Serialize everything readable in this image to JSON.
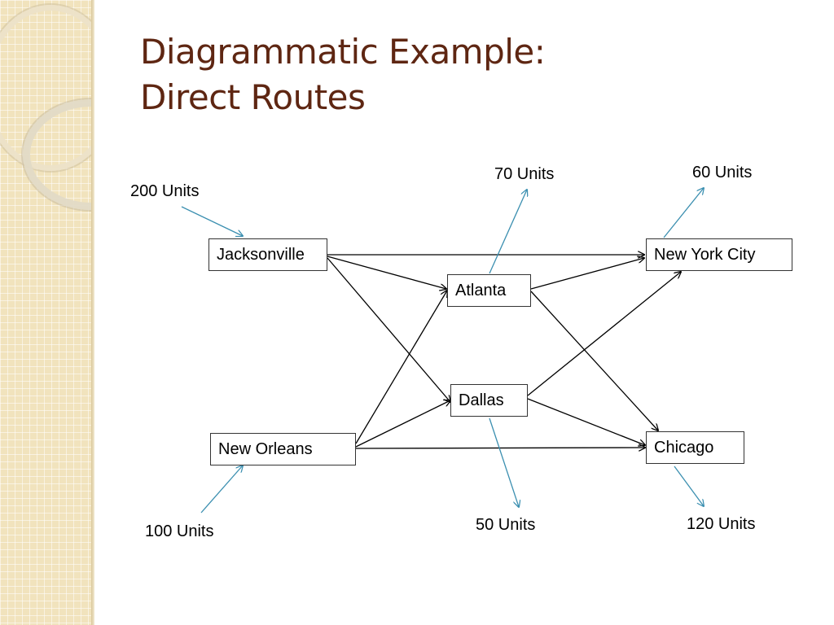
{
  "slide": {
    "title_line1": "Diagrammatic Example:",
    "title_line2": "Direct Routes"
  },
  "nodes": {
    "jacksonville": "Jacksonville",
    "new_orleans": "New Orleans",
    "atlanta": "Atlanta",
    "dallas": "Dallas",
    "new_york_city": "New York City",
    "chicago": "Chicago"
  },
  "flows": {
    "jacksonville_supply": "200 Units",
    "new_orleans_supply": "100 Units",
    "atlanta_demand": "70 Units",
    "dallas_demand": "50 Units",
    "new_york_city_demand": "60 Units",
    "chicago_demand": "120 Units"
  },
  "colors": {
    "title": "#5e2612",
    "route_arrow": "#000000",
    "flow_arrow": "#3b8fb0",
    "sidebar": "#f1e3bd"
  },
  "icons": {
    "sidebar_decor": "double-ring-decoration"
  }
}
